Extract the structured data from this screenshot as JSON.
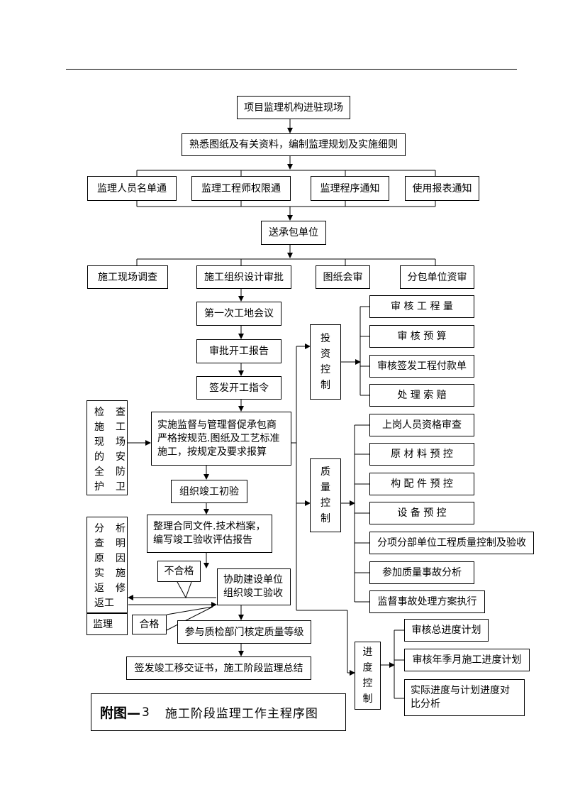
{
  "steps": {
    "s1": "项目监理机构进驻现场",
    "s2": "熟悉图纸及有关资料，编制监理规划及实施细则",
    "notice_1": "监理人员名单通",
    "notice_2": "监理工程师权限通",
    "notice_3": "监理程序通知",
    "notice_4": "使用报表通知",
    "s3": "送承包单位",
    "review_1": "施工现场调查",
    "review_2": "施工组织设计审批",
    "review_3": "图纸会审",
    "review_4": "分包单位资审",
    "s4": "第一次工地会议",
    "s5": "审批开工报告",
    "s6": "签发开工指令",
    "s7": "实施监督与管理督促承包商严格按规范.图纸及工艺标准施工，按规定及要求报算",
    "s8": "组织竣工初验",
    "s9": "整理合同文件.技术档案，编写竣工验收评估报告",
    "s10": "协助建设单位组织竣工验收",
    "s11": "参与质检部门核定质量等级",
    "s12": "签发竣工移交证书，施工阶段监理总结"
  },
  "side_left": {
    "safety": [
      "检",
      "查",
      "施",
      "工",
      "现",
      "场",
      "的",
      "安",
      "全",
      "防",
      "护",
      "卫"
    ],
    "rework": [
      "分",
      "析",
      "查",
      "明",
      "原",
      "因",
      "实",
      "施",
      "返",
      "修",
      "返工"
    ],
    "supervise": "监理",
    "fail": "不合格",
    "pass": "合格"
  },
  "investment": {
    "title": [
      "投",
      "资",
      "控",
      "制"
    ],
    "items": [
      "审 核 工 程 量",
      "审 核 预 算",
      "审核签发工程付款单",
      "处 理 索 赔"
    ]
  },
  "quality": {
    "title": [
      "质",
      "量",
      "控",
      "制"
    ],
    "items": [
      "上岗人员资格审查",
      "原 材 料 预 控",
      "构 配 件 预 控",
      "设 备 预 控",
      "分项分部单位工程质量控制及验收",
      "参加质量事故分析",
      "监督事故处理方案执行"
    ]
  },
  "schedule": {
    "title": [
      "进",
      "度",
      "控",
      "制"
    ],
    "items": [
      "审核总进度计划",
      "审核年季月施工进度计划",
      "实际进度与计划进度对比分析"
    ]
  },
  "caption": {
    "prefix": "附图—",
    "number": "3",
    "title": "施工阶段监理工作主程序图"
  }
}
